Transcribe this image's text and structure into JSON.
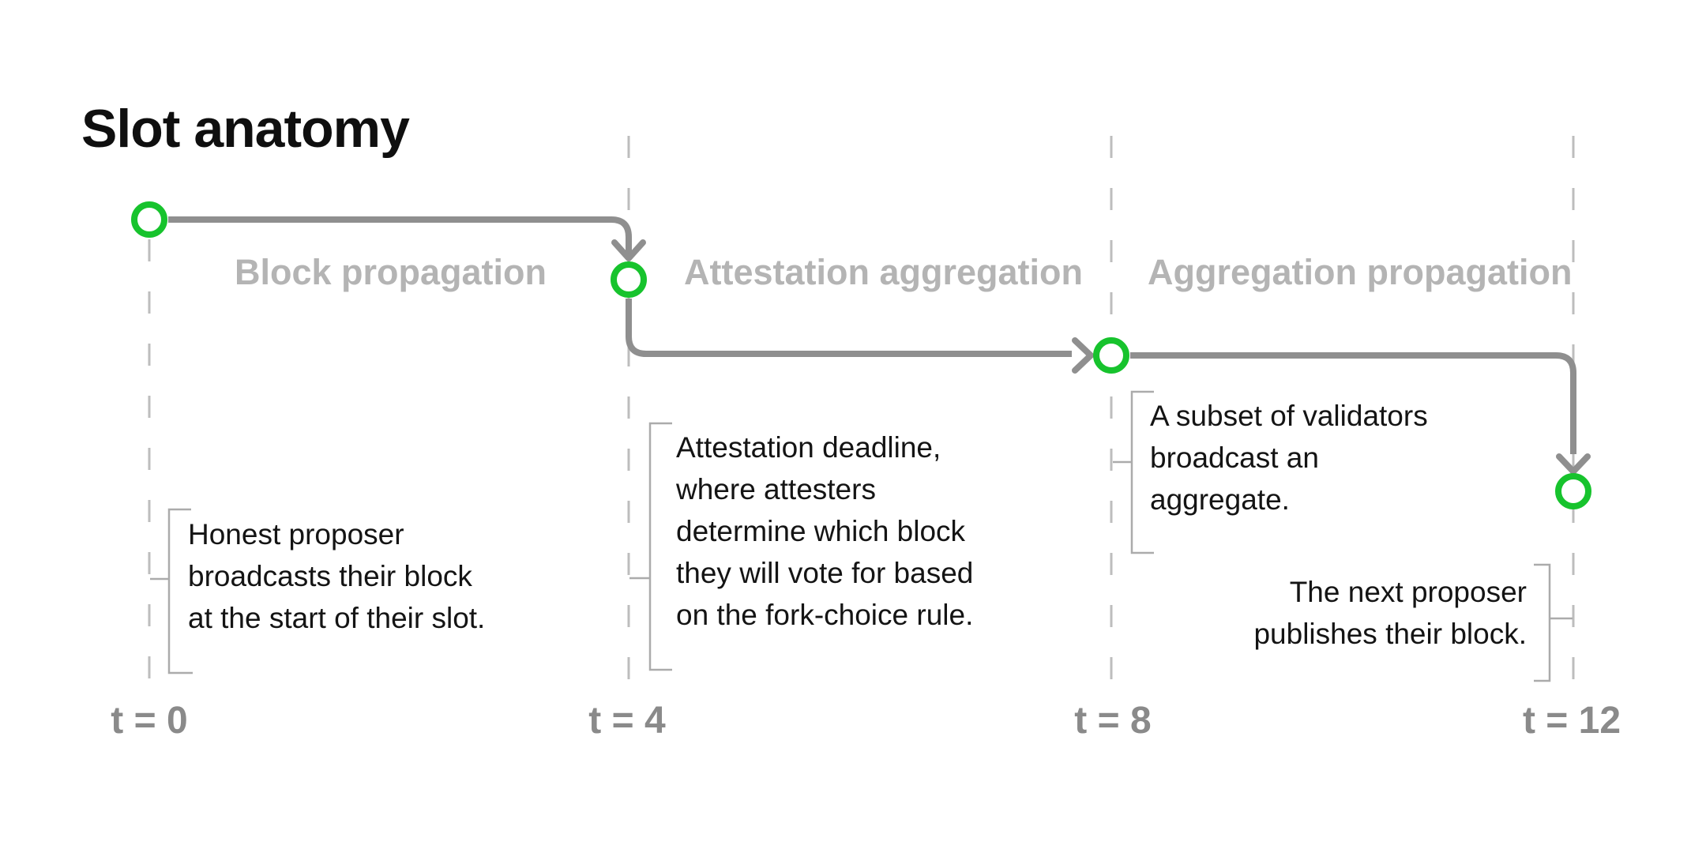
{
  "title": "Slot anatomy",
  "colors": {
    "green": "#17c32d",
    "line_gray": "#8f8f8f",
    "label_gray": "#b4b4b4",
    "time_gray": "#8a8a8a",
    "dash_gray": "#bdbdbd",
    "bracket_gray": "#ababab",
    "text_black": "#141414"
  },
  "phases": [
    {
      "label": "Block propagation"
    },
    {
      "label": "Attestation aggregation"
    },
    {
      "label": "Aggregation propagation"
    }
  ],
  "annotations": [
    {
      "text": "Honest proposer\nbroadcasts their block\nat the start of their slot."
    },
    {
      "text": "Attestation deadline,\nwhere attesters\ndetermine which block\nthey will vote for based\non the fork-choice rule."
    },
    {
      "text": "A subset of validators\nbroadcast an\naggregate."
    },
    {
      "text": "The next proposer\npublishes their block."
    }
  ],
  "ticks": [
    {
      "label": "t = 0"
    },
    {
      "label": "t = 4"
    },
    {
      "label": "t = 8"
    },
    {
      "label": "t = 12"
    }
  ]
}
